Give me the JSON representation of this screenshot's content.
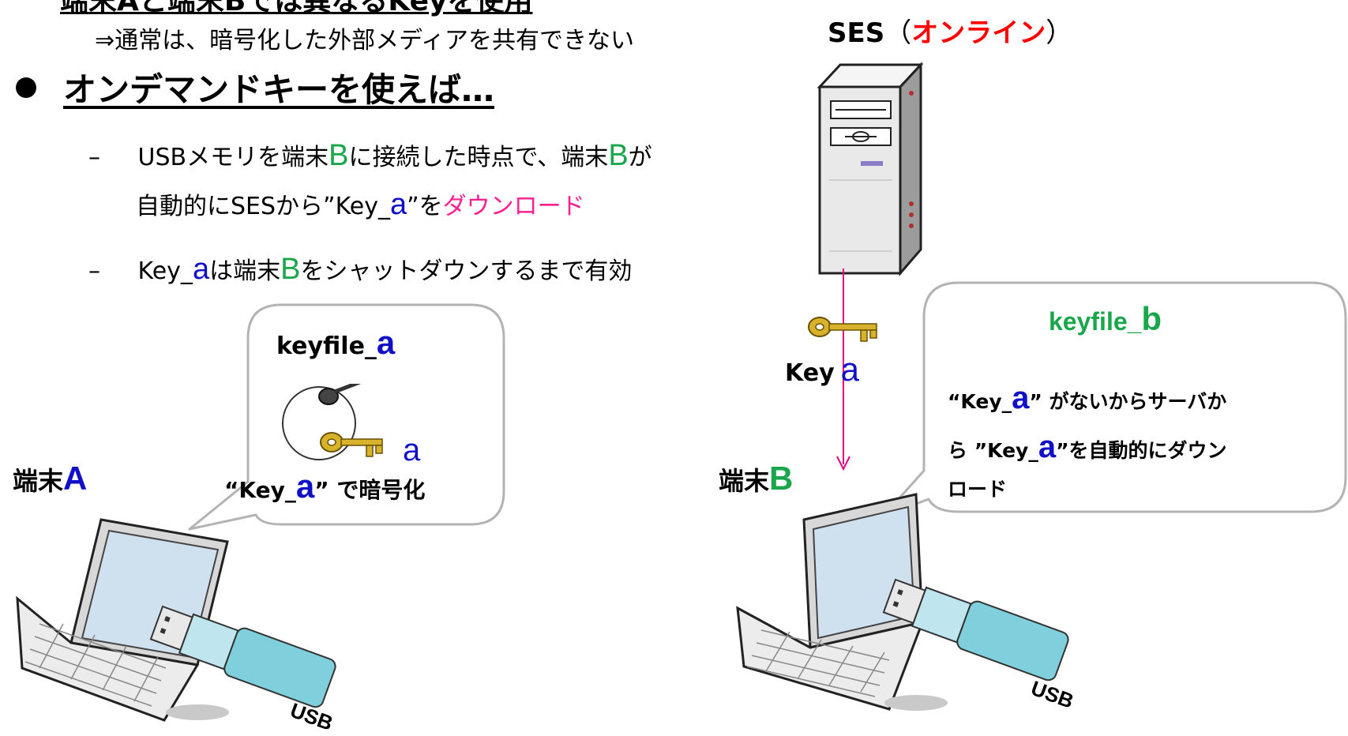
{
  "header": {
    "cut_line": "端末Aと端末Bでは異なるKeyを使用",
    "note": "⇒通常は、暗号化した外部メディアを共有できない"
  },
  "bullet": {
    "heading": "オンデマンドキーを使えば…",
    "items": [
      {
        "dash": "–",
        "p1": "USBメモリを端末",
        "b1": "B",
        "p2": "に接続した時点で、端末",
        "b2": "B",
        "p3": "が"
      },
      {
        "l2a": "自動的にSESから”Key_",
        "a": "a",
        "l2b": "”を",
        "dl": "ダウンロード"
      },
      {
        "dash": "–",
        "p1": "Key_",
        "a": "a",
        "p2": "は端末",
        "b1": "B",
        "p3": "をシャットダウンするまで有効"
      }
    ]
  },
  "server": {
    "name": "SES",
    "paren_open": "（",
    "status": "オンライン",
    "paren_close": "）"
  },
  "flow": {
    "key_label": "Key",
    "key_letter": "a"
  },
  "terminal_a": {
    "label": "端末",
    "letter": "A",
    "bubble_title": "keyfile_",
    "bubble_title_letter": "a",
    "key_letter": "a",
    "caption_q1": "“Key_",
    "caption_letter": "a",
    "caption_q2": "” で暗号化",
    "usb": "USB"
  },
  "terminal_b": {
    "label": "端末",
    "letter": "B",
    "bubble_title": "keyfile_",
    "bubble_title_letter": "b",
    "line1_a": "“Key_",
    "line1_letter": "a",
    "line1_b": "” がないからサーバか",
    "line2_a": "ら  ”Key_",
    "line2_letter": "a",
    "line2_b": "”を自動的にダウン",
    "line3": "ロード",
    "usb": "USB"
  },
  "colors": {
    "letter_a": "#1010c8",
    "letter_b": "#1aa64a",
    "online": "#ff0000",
    "download": "#ff1f8f",
    "arrow": "#e6007e",
    "usb_body": "#7fd0dc"
  }
}
